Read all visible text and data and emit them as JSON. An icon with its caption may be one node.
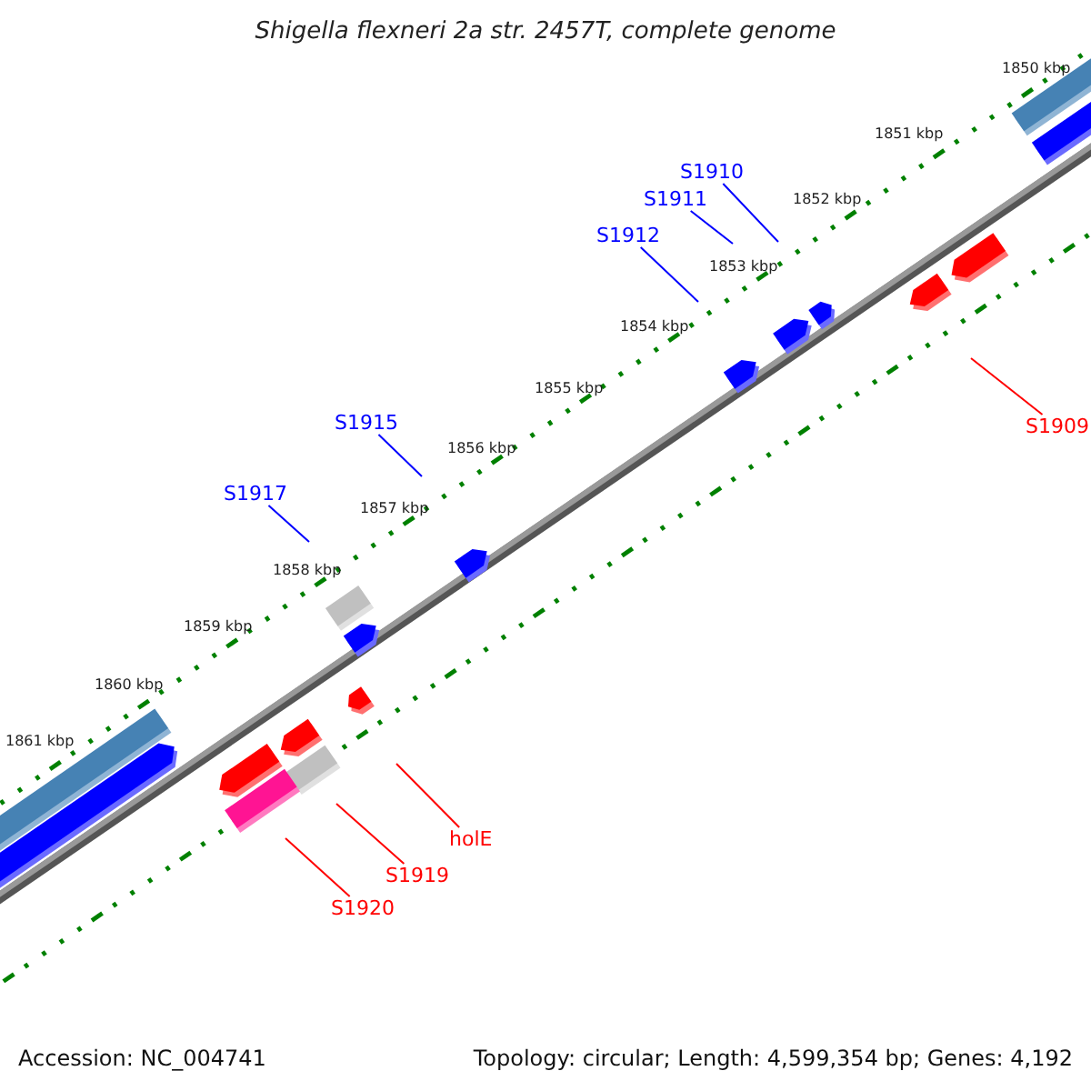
{
  "diagram": {
    "title": "Shigella flexneri 2a str. 2457T, complete genome",
    "nodes": [
      {
        "text": [
          "S1910"
        ]
      },
      {
        "text": [
          "S1911"
        ]
      },
      {
        "text": [
          "S1912"
        ]
      },
      {
        "text": [
          "S1915"
        ]
      },
      {
        "text": [
          "S1917"
        ]
      },
      {
        "text": [
          "S1909"
        ]
      },
      {
        "text": [
          "holE"
        ]
      },
      {
        "text": [
          "S1919"
        ]
      },
      {
        "text": [
          "S1920"
        ]
      }
    ],
    "edges": [
      {
        "from": 0,
        "to": null,
        "arrow": "none",
        "color": "#0000ff"
      },
      {
        "from": 1,
        "to": null,
        "arrow": "none",
        "color": "#0000ff"
      },
      {
        "from": 2,
        "to": null,
        "arrow": "none",
        "color": "#0000ff"
      },
      {
        "from": 3,
        "to": null,
        "arrow": "none",
        "color": "#0000ff"
      },
      {
        "from": 4,
        "to": null,
        "arrow": "none",
        "color": "#0000ff"
      },
      {
        "from": 5,
        "to": null,
        "arrow": "none",
        "color": "#ff0000"
      },
      {
        "from": 6,
        "to": null,
        "arrow": "none",
        "color": "#ff0000"
      },
      {
        "from": 7,
        "to": null,
        "arrow": "none",
        "color": "#ff0000"
      },
      {
        "from": 8,
        "to": null,
        "arrow": "none",
        "color": "#ff0000"
      }
    ],
    "labels": [
      "1850 kbp",
      "1851 kbp",
      "1852 kbp",
      "1853 kbp",
      "1854 kbp",
      "1855 kbp",
      "1856 kbp",
      "1857 kbp",
      "1858 kbp",
      "1859 kbp",
      "1860 kbp",
      "1861 kbp",
      "Accession: NC_004741",
      "Topology: circular; Length: 4,599,354 bp; Genes: 4,192"
    ]
  }
}
